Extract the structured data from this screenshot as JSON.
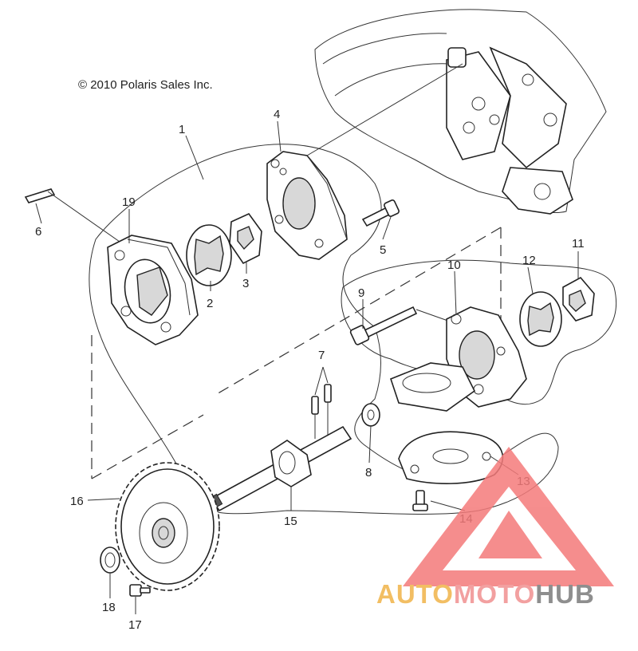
{
  "copyright": "© 2010 Polaris Sales Inc.",
  "callouts": [
    "1",
    "2",
    "3",
    "4",
    "5",
    "6",
    "7",
    "8",
    "9",
    "10",
    "11",
    "12",
    "13",
    "14",
    "15",
    "16",
    "17",
    "18",
    "19"
  ],
  "watermark": {
    "part1": "AUTO",
    "part2": "MOTO",
    "part3": "HUB"
  },
  "colors": {
    "watermark_triangle": "#f47a7a",
    "watermark_auto": "#f2be63",
    "watermark_hub": "#8e8e8e",
    "linework": "#222222"
  }
}
